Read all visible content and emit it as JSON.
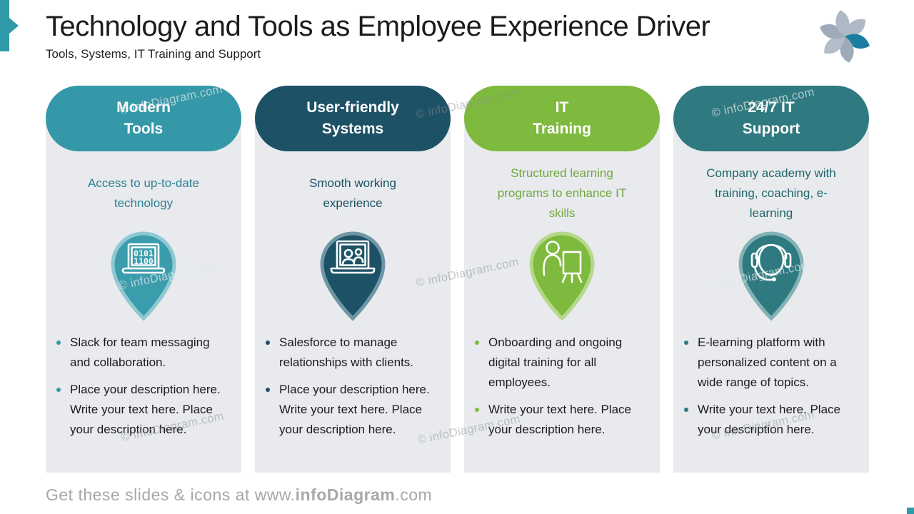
{
  "slide": {
    "title": "Technology and Tools as Employee Experience Driver",
    "subtitle": "Tools, Systems, IT Training and Support",
    "watermark": "© infoDiagram.com",
    "footer": {
      "prefix": "Get these slides & icons at www.",
      "brand": "infoDiagram",
      "suffix": ".com"
    },
    "colors": {
      "accent_teal": "#3598a8",
      "navy": "#1d5166",
      "green": "#7eba3e",
      "dark_teal": "#2f7a80",
      "panel_bg": "#e8eaed",
      "footer_gray": "#a8a8a8"
    }
  },
  "columns": [
    {
      "header_line1": "Modern",
      "header_line2": "Tools",
      "description": "Access to up-to-date technology",
      "icon": "laptop-binary-code-icon",
      "color": "#3598a8",
      "bullets": [
        "Slack for team messaging and collaboration.",
        "Place your description here. Write your text here. Place your description here."
      ]
    },
    {
      "header_line1": "User-friendly",
      "header_line2": "Systems",
      "description": "Smooth working experience",
      "icon": "laptop-video-call-icon",
      "color": "#1d5166",
      "bullets": [
        "Salesforce to manage relationships with clients.",
        "Place your description here. Write your text here. Place your description here."
      ]
    },
    {
      "header_line1": "IT",
      "header_line2": "Training",
      "description": "Structured learning programs to enhance IT  skills",
      "icon": "trainer-presentation-icon",
      "color": "#7eba3e",
      "bullets": [
        "Onboarding and ongoing digital training for all employees.",
        "Write your text here. Place your description here."
      ]
    },
    {
      "header_line1": "24/7 IT",
      "header_line2": "Support",
      "description": "Company academy with training, coaching, e-learning",
      "icon": "headset-support-icon",
      "color": "#2f7a80",
      "bullets": [
        "E-learning platform with personalized content on a wide range of topics.",
        "Write your text here. Place your description here."
      ]
    }
  ]
}
